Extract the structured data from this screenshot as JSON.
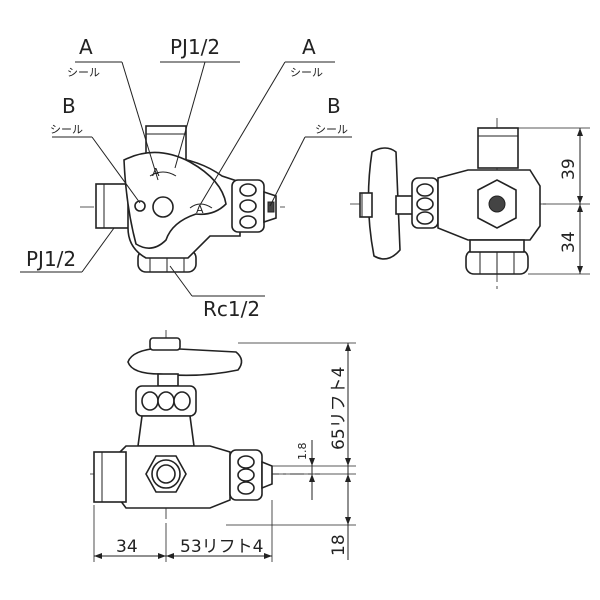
{
  "labels": {
    "a_left": "A",
    "a_left_seal": "シール",
    "pj_top": "PJ1/2",
    "a_right": "A",
    "a_right_seal": "シール",
    "b_left": "B",
    "b_left_seal": "シール",
    "b_right": "B",
    "b_right_seal": "シール",
    "pj_left": "PJ1/2",
    "rc": "Rc1/2"
  },
  "dimensions": {
    "side_top": "39",
    "side_bottom": "34",
    "front_height": "65リフト4",
    "front_gap": "1.8",
    "front_offset": "18",
    "front_left": "34",
    "front_right": "53リフト4"
  }
}
